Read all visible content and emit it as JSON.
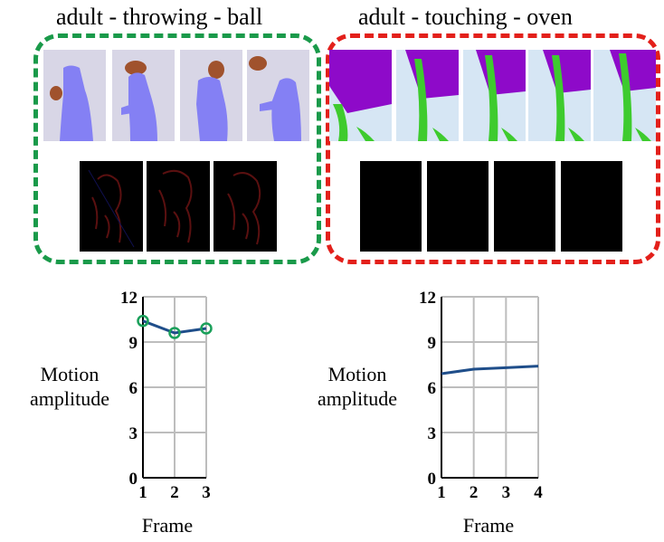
{
  "panels": {
    "left": {
      "title": "adult - throwing - ball",
      "border_color": "#1a9a4a"
    },
    "right": {
      "title": "adult - touching - oven",
      "border_color": "#e3201b"
    }
  },
  "colors": {
    "person_mask": "#8480f4",
    "ball_mask": "#a0522d",
    "oven_mask": "#8e0ac9",
    "hand_mask": "#3ecb2e",
    "left_bg": "#d8d6e6",
    "right_bg": "#d6e6f4",
    "line": "#1f4e8a",
    "marker": "#1aa05a"
  },
  "chart_data": [
    {
      "type": "line",
      "x": [
        1,
        2,
        3
      ],
      "y": [
        10.4,
        9.6,
        9.9
      ],
      "xlabel": "Frame",
      "ylabel": "Motion amplitude",
      "ylim": [
        0,
        12
      ],
      "yticks": [
        0,
        3,
        6,
        9,
        12
      ],
      "xticks": [
        1,
        2,
        3
      ],
      "grid": true,
      "markers": true
    },
    {
      "type": "line",
      "x": [
        1,
        2,
        3,
        4
      ],
      "y": [
        6.9,
        7.2,
        7.3,
        7.4
      ],
      "xlabel": "Frame",
      "ylabel": "Motion amplitude",
      "ylim": [
        0,
        12
      ],
      "yticks": [
        0,
        3,
        6,
        9,
        12
      ],
      "xticks": [
        1,
        2,
        3,
        4
      ],
      "grid": true,
      "markers": false
    }
  ]
}
